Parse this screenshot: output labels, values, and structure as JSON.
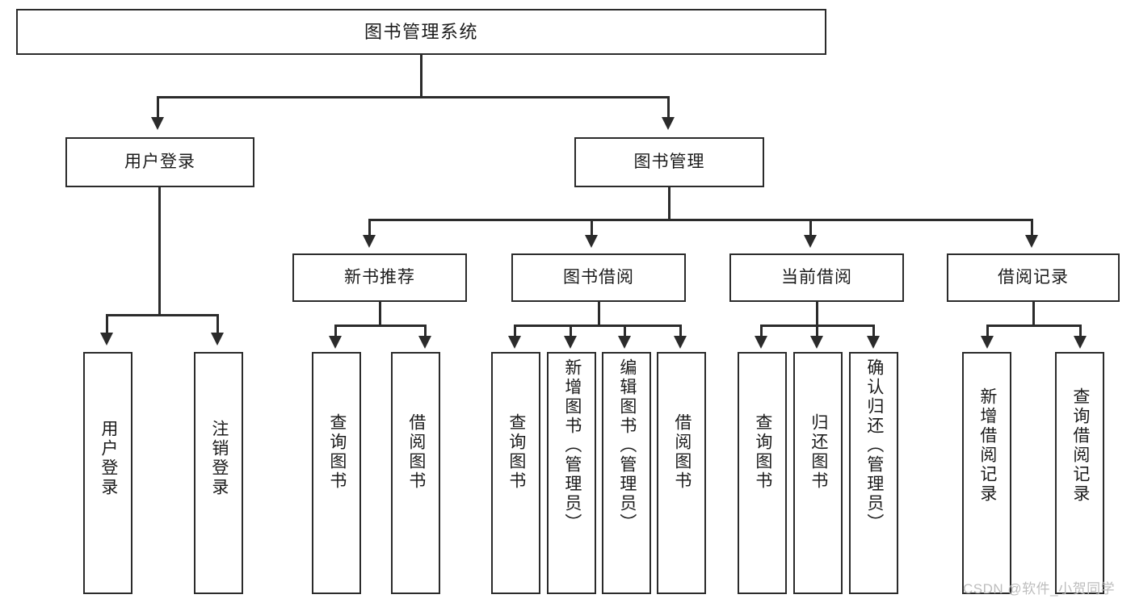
{
  "diagram": {
    "type": "tree-hierarchy",
    "title": "图书管理系统",
    "root": {
      "label": "图书管理系统"
    },
    "level2": [
      {
        "label": "用户登录"
      },
      {
        "label": "图书管理"
      }
    ],
    "level3": [
      {
        "label": "新书推荐"
      },
      {
        "label": "图书借阅"
      },
      {
        "label": "当前借阅"
      },
      {
        "label": "借阅记录"
      }
    ],
    "leaves": {
      "user_login": [
        {
          "label": "用户登录"
        },
        {
          "label": "注销登录"
        }
      ],
      "new_book_recommend": [
        {
          "label": "查询图书"
        },
        {
          "label": "借阅图书"
        }
      ],
      "book_borrow": [
        {
          "label": "查询图书"
        },
        {
          "label": "新增图书（管理员）"
        },
        {
          "label": "编辑图书（管理员）"
        },
        {
          "label": "借阅图书"
        }
      ],
      "current_borrow": [
        {
          "label": "查询图书"
        },
        {
          "label": "归还图书"
        },
        {
          "label": "确认归还（管理员）"
        }
      ],
      "borrow_record": [
        {
          "label": "新增借阅记录"
        },
        {
          "label": "查询借阅记录"
        }
      ]
    }
  },
  "watermark": {
    "text": "CSDN @软件_小贺同学"
  },
  "colors": {
    "stroke": "#2b2b2b",
    "fill": "#ffffff",
    "text": "#1b1b1b",
    "watermark": "#bdbdbd"
  }
}
